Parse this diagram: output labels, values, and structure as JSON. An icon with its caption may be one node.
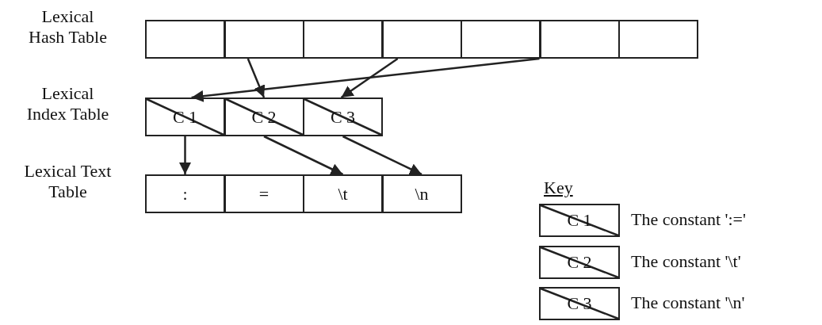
{
  "diagram": {
    "nodes": [
      {
        "text": [],
        "shape": "box"
      },
      {
        "text": [],
        "shape": "box"
      },
      {
        "text": [],
        "shape": "box"
      },
      {
        "text": [],
        "shape": "box"
      },
      {
        "text": [],
        "shape": "box"
      },
      {
        "text": [],
        "shape": "box"
      },
      {
        "text": [],
        "shape": "box"
      },
      {
        "text": [
          "C 1"
        ]
      },
      {
        "text": [
          "C 2"
        ]
      },
      {
        "text": [
          "C 3"
        ]
      },
      {
        "text": [
          ":"
        ]
      },
      {
        "text": [
          "="
        ]
      },
      {
        "text": [
          "\\t"
        ]
      },
      {
        "text": [
          "\\n"
        ]
      },
      {
        "text": [
          "C 1"
        ],
        "beside": [
          "The constant ':='"
        ]
      },
      {
        "text": [
          "C 2"
        ],
        "beside": [
          "The constant '\\t'"
        ]
      },
      {
        "text": [
          "C 3"
        ],
        "beside": [
          "The constant '\\n'"
        ]
      }
    ],
    "edges": [
      {
        "from": 1,
        "to": 8,
        "arrow": "to"
      },
      {
        "from": 3,
        "to": 9,
        "arrow": "to"
      },
      {
        "from": 5,
        "to": 7,
        "arrow": "to"
      },
      {
        "from": 7,
        "to": 10,
        "arrow": "to"
      },
      {
        "from": 8,
        "to": 12,
        "arrow": "to"
      },
      {
        "from": 9,
        "to": 13,
        "arrow": "to"
      }
    ],
    "labels": [
      "Lexical Hash Table",
      "Lexical Index Table",
      "Lexical Text Table",
      "Key"
    ]
  }
}
